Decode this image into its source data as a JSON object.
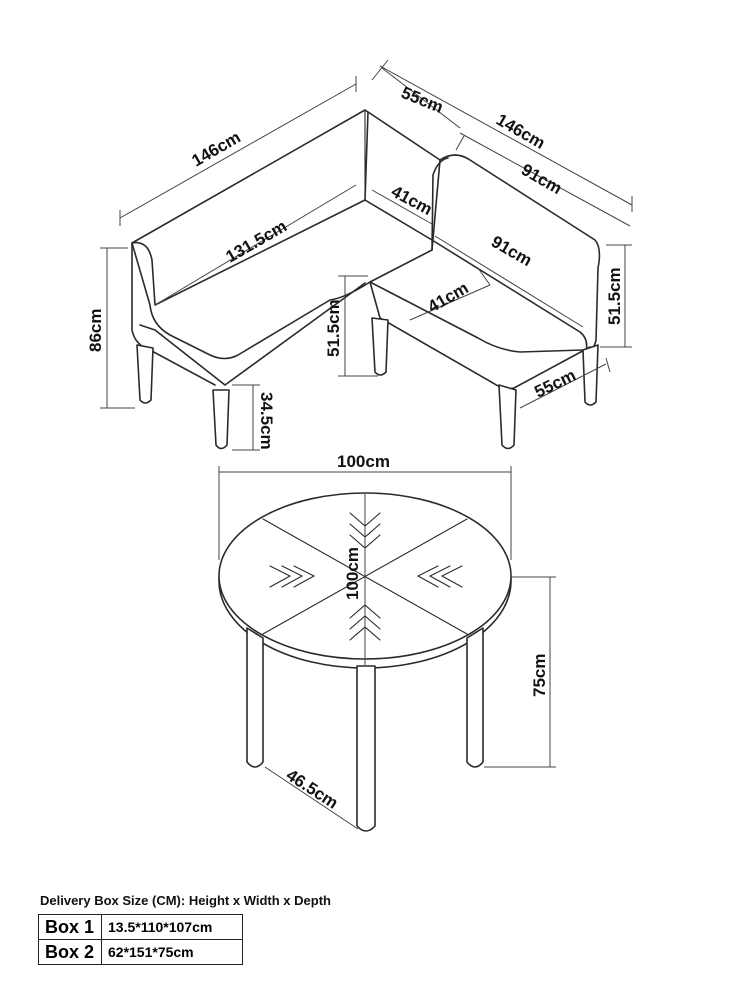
{
  "bench": {
    "dims": {
      "back_left_width": "146cm",
      "back_right_width": "146cm",
      "side_depth": "55cm",
      "front_depth": "55cm",
      "seat_right_inner": "91cm",
      "seat_right_front": "91cm",
      "seat_left_inner": "131.5cm",
      "seat_depth_inner": "41cm",
      "seat_depth_front": "41cm",
      "total_height": "86cm",
      "seat_height": "51.5cm",
      "back_height_right": "51.5cm",
      "leg_height": "34.5cm"
    }
  },
  "table": {
    "dims": {
      "width": "100cm",
      "depth": "100cm",
      "height": "75cm",
      "leg_spread": "46.5cm"
    }
  },
  "delivery": {
    "title": "Delivery Box Size (CM): Height x Width x Depth",
    "boxes": [
      {
        "label": "Box 1",
        "size": "13.5*110*107cm"
      },
      {
        "label": "Box 2",
        "size": "62*151*75cm"
      }
    ]
  }
}
